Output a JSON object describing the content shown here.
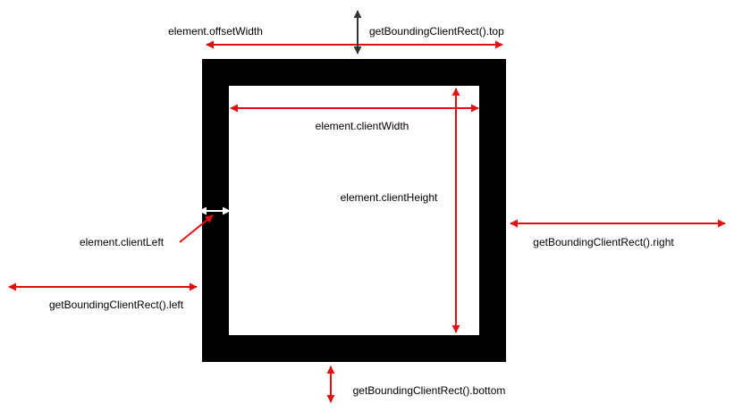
{
  "labels": {
    "offset_width": "element.offsetWidth",
    "rect_top": "getBoundingClientRect().top",
    "client_width": "element.clientWidth",
    "client_height": "element.clientHeight",
    "client_left": "element.clientLeft",
    "rect_right": "getBoundingClientRect().right",
    "rect_left": "getBoundingClientRect().left",
    "rect_bottom": "getBoundingClientRect().bottom"
  },
  "colors": {
    "border": "#000000",
    "content": "#ffffff",
    "measure_arrow": "#e01010",
    "top_arrow": "#333333",
    "client_left_arrow": "#ffffff"
  }
}
